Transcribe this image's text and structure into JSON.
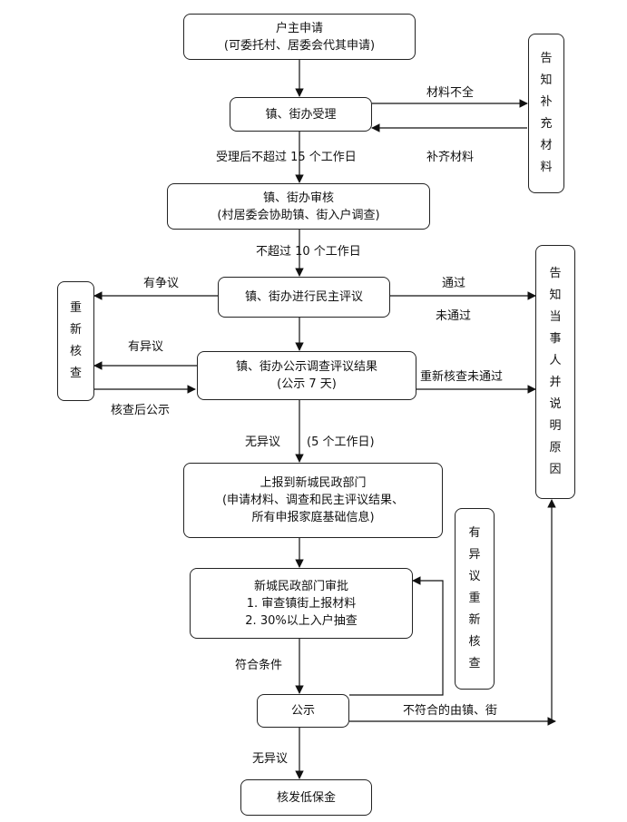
{
  "boxes": {
    "apply": [
      "户主申请",
      "(可委托村、居委会代其申请)"
    ],
    "accept": [
      "镇、街办受理"
    ],
    "review": [
      "镇、街办审核",
      "(村居委会协助镇、街入户调查)"
    ],
    "democratic": [
      "镇、街办进行民主评议"
    ],
    "publicize": [
      "镇、街办公示调查评议结果",
      "(公示 7 天)"
    ],
    "report": [
      "上报到新城民政部门",
      "(申请材料、调查和民主评议结果、",
      "所有申报家庭基础信息)"
    ],
    "approve": [
      "新城民政部门审批",
      "1. 审查镇街上报材料",
      "2. 30%以上入户抽查"
    ],
    "publicity": [
      "公示"
    ],
    "grant": [
      "核发低保金"
    ]
  },
  "vertical_boxes": {
    "notify_supplement": "告知补充材料",
    "recheck": "重新核查",
    "notify_reason": "告知当事人并说明原因",
    "objection_recheck": "有异议重新核查"
  },
  "labels": {
    "materials_incomplete": "材料不全",
    "accept_within_15": "受理后不超过 15 个工作日",
    "supplement_materials": "补齐材料",
    "within_10": "不超过 10 个工作日",
    "dispute": "有争议",
    "pass": "通过",
    "not_pass": "未通过",
    "objection": "有异议",
    "recheck_then_publicize": "核查后公示",
    "recheck_not_pass": "重新核查未通过",
    "no_objection_1": "无异议",
    "five_days": "(5 个工作日)",
    "meets_conditions": "符合条件",
    "not_meet": "不符合的由镇、街",
    "no_objection_2": "无异议"
  }
}
